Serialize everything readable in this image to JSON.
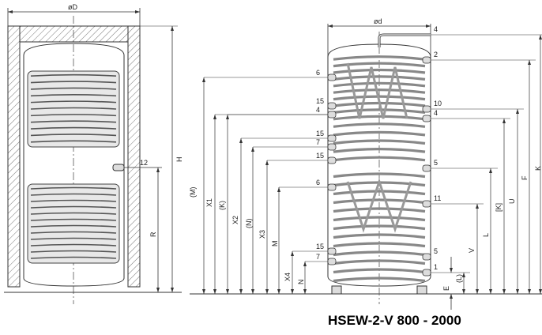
{
  "title": "HSEW-2-V 800 - 2000",
  "left_view": {
    "diameter_label": "øD",
    "connection_label": "12",
    "height_labels": [
      "H",
      "R"
    ]
  },
  "right_view": {
    "diameter_label": "ød",
    "connections_left": [
      "6",
      "15",
      "4",
      "15",
      "7",
      "15",
      "6",
      "15",
      "7"
    ],
    "connections_right": [
      "4",
      "2",
      "10",
      "4",
      "5",
      "11",
      "5",
      "1"
    ],
    "dims_left": [
      "(M)",
      "X1",
      "(K)",
      "X2",
      "(N)",
      "X3",
      "M",
      "X4",
      "N"
    ],
    "dims_right": [
      "E",
      "(L)",
      "V",
      "L",
      "[K]",
      "U",
      "F",
      "K"
    ]
  }
}
